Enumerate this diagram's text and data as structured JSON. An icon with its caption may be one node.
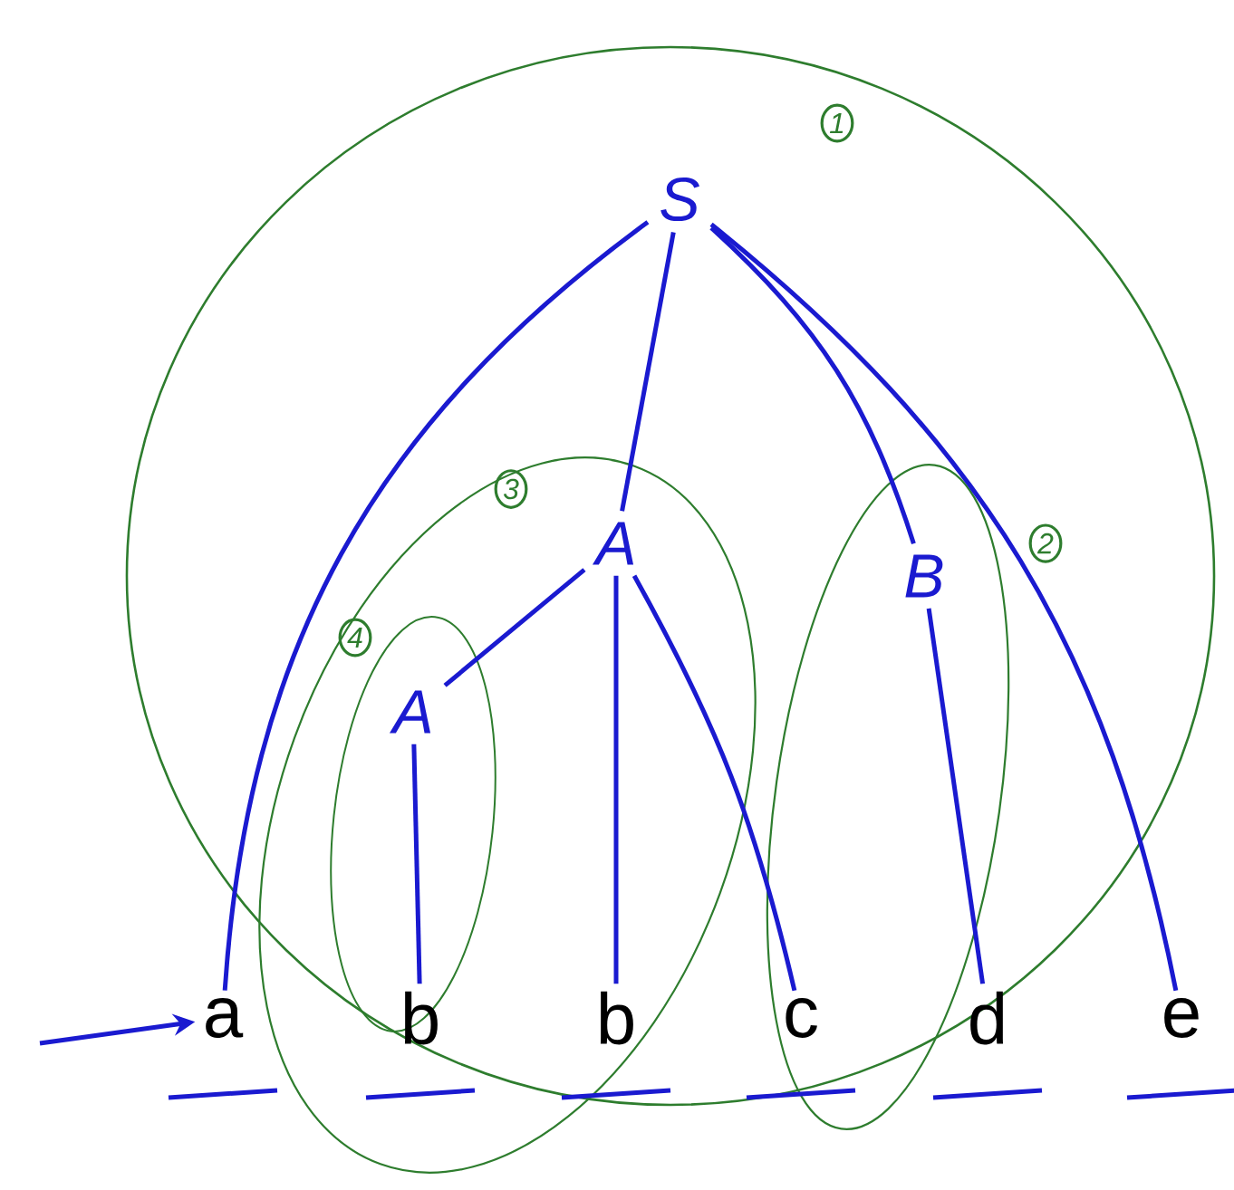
{
  "diagram": {
    "nodes": [
      {
        "text": [
          "S"
        ]
      },
      {
        "text": [
          "A"
        ]
      },
      {
        "text": [
          "B"
        ]
      },
      {
        "text": [
          "A"
        ]
      },
      {
        "text": [
          "a"
        ]
      },
      {
        "text": [
          "b"
        ]
      },
      {
        "text": [
          "b"
        ]
      },
      {
        "text": [
          "c"
        ]
      },
      {
        "text": [
          "d"
        ]
      },
      {
        "text": [
          "e"
        ]
      }
    ],
    "edges": [
      {
        "from": 0,
        "to": 4,
        "arrow": "none"
      },
      {
        "from": 0,
        "to": 1,
        "arrow": "none"
      },
      {
        "from": 0,
        "to": 2,
        "arrow": "none"
      },
      {
        "from": 0,
        "to": 9,
        "arrow": "none"
      },
      {
        "from": 1,
        "to": 3,
        "arrow": "none"
      },
      {
        "from": 1,
        "to": 6,
        "arrow": "none"
      },
      {
        "from": 1,
        "to": 7,
        "arrow": "none"
      },
      {
        "from": 3,
        "to": 5,
        "arrow": "none"
      },
      {
        "from": 2,
        "to": 8,
        "arrow": "none"
      },
      {
        "from": null,
        "to": 4,
        "arrow": "to"
      }
    ],
    "labels": [
      "1",
      "2",
      "3",
      "4"
    ]
  }
}
